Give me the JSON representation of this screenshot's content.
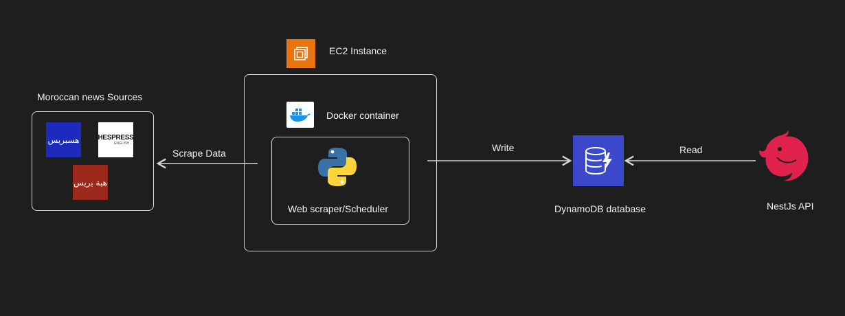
{
  "diagram": {
    "ec2_label": "EC2 Instance",
    "docker_label": "Docker container",
    "scraper_label": "Web scraper/Scheduler",
    "sources_label": "Moroccan news Sources",
    "dynamo_label": "DynamoDB database",
    "nest_label": "NestJs API",
    "edge_scrape": "Scrape Data",
    "edge_write": "Write",
    "edge_read": "Read",
    "logo_hespress_ar": "هسبريس",
    "logo_hespress_en": "HESPRESS",
    "logo_hespress_en_sub": "ENGLISH",
    "logo_hiba": "هبة بريس"
  },
  "colors": {
    "background": "#1e1e1e",
    "ec2_orange": "#e8740f",
    "dynamo_blue": "#3b48cc",
    "hespress_blue": "#1c2bbd",
    "hiba_red": "#9c2a1c",
    "nest_red": "#e0234e",
    "python_blue": "#3872a6",
    "python_yellow": "#ffd43b",
    "docker_blue": "#1d91e6"
  }
}
